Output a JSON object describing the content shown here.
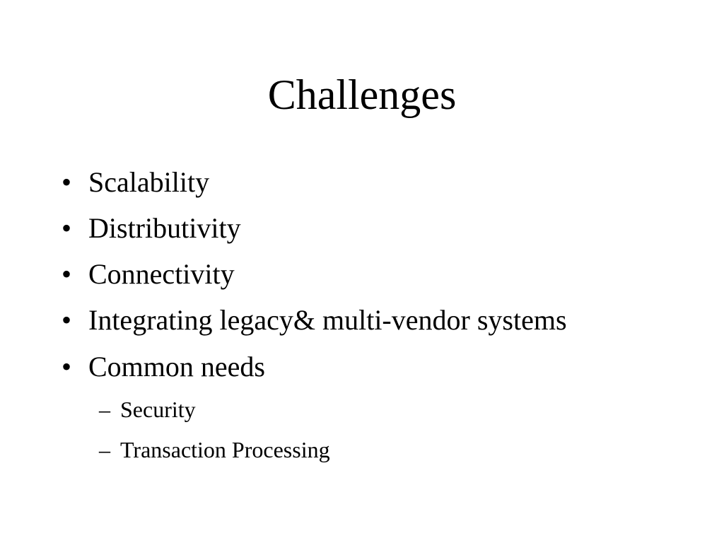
{
  "slide": {
    "title": "Challenges",
    "bullet_glyph": "•",
    "sub_glyph": "–",
    "items": [
      "Scalability",
      "Distributivity",
      "Connectivity",
      "Integrating legacy& multi-vendor systems",
      "Common needs"
    ],
    "sub_items": [
      "Security",
      "Transaction Processing"
    ]
  }
}
